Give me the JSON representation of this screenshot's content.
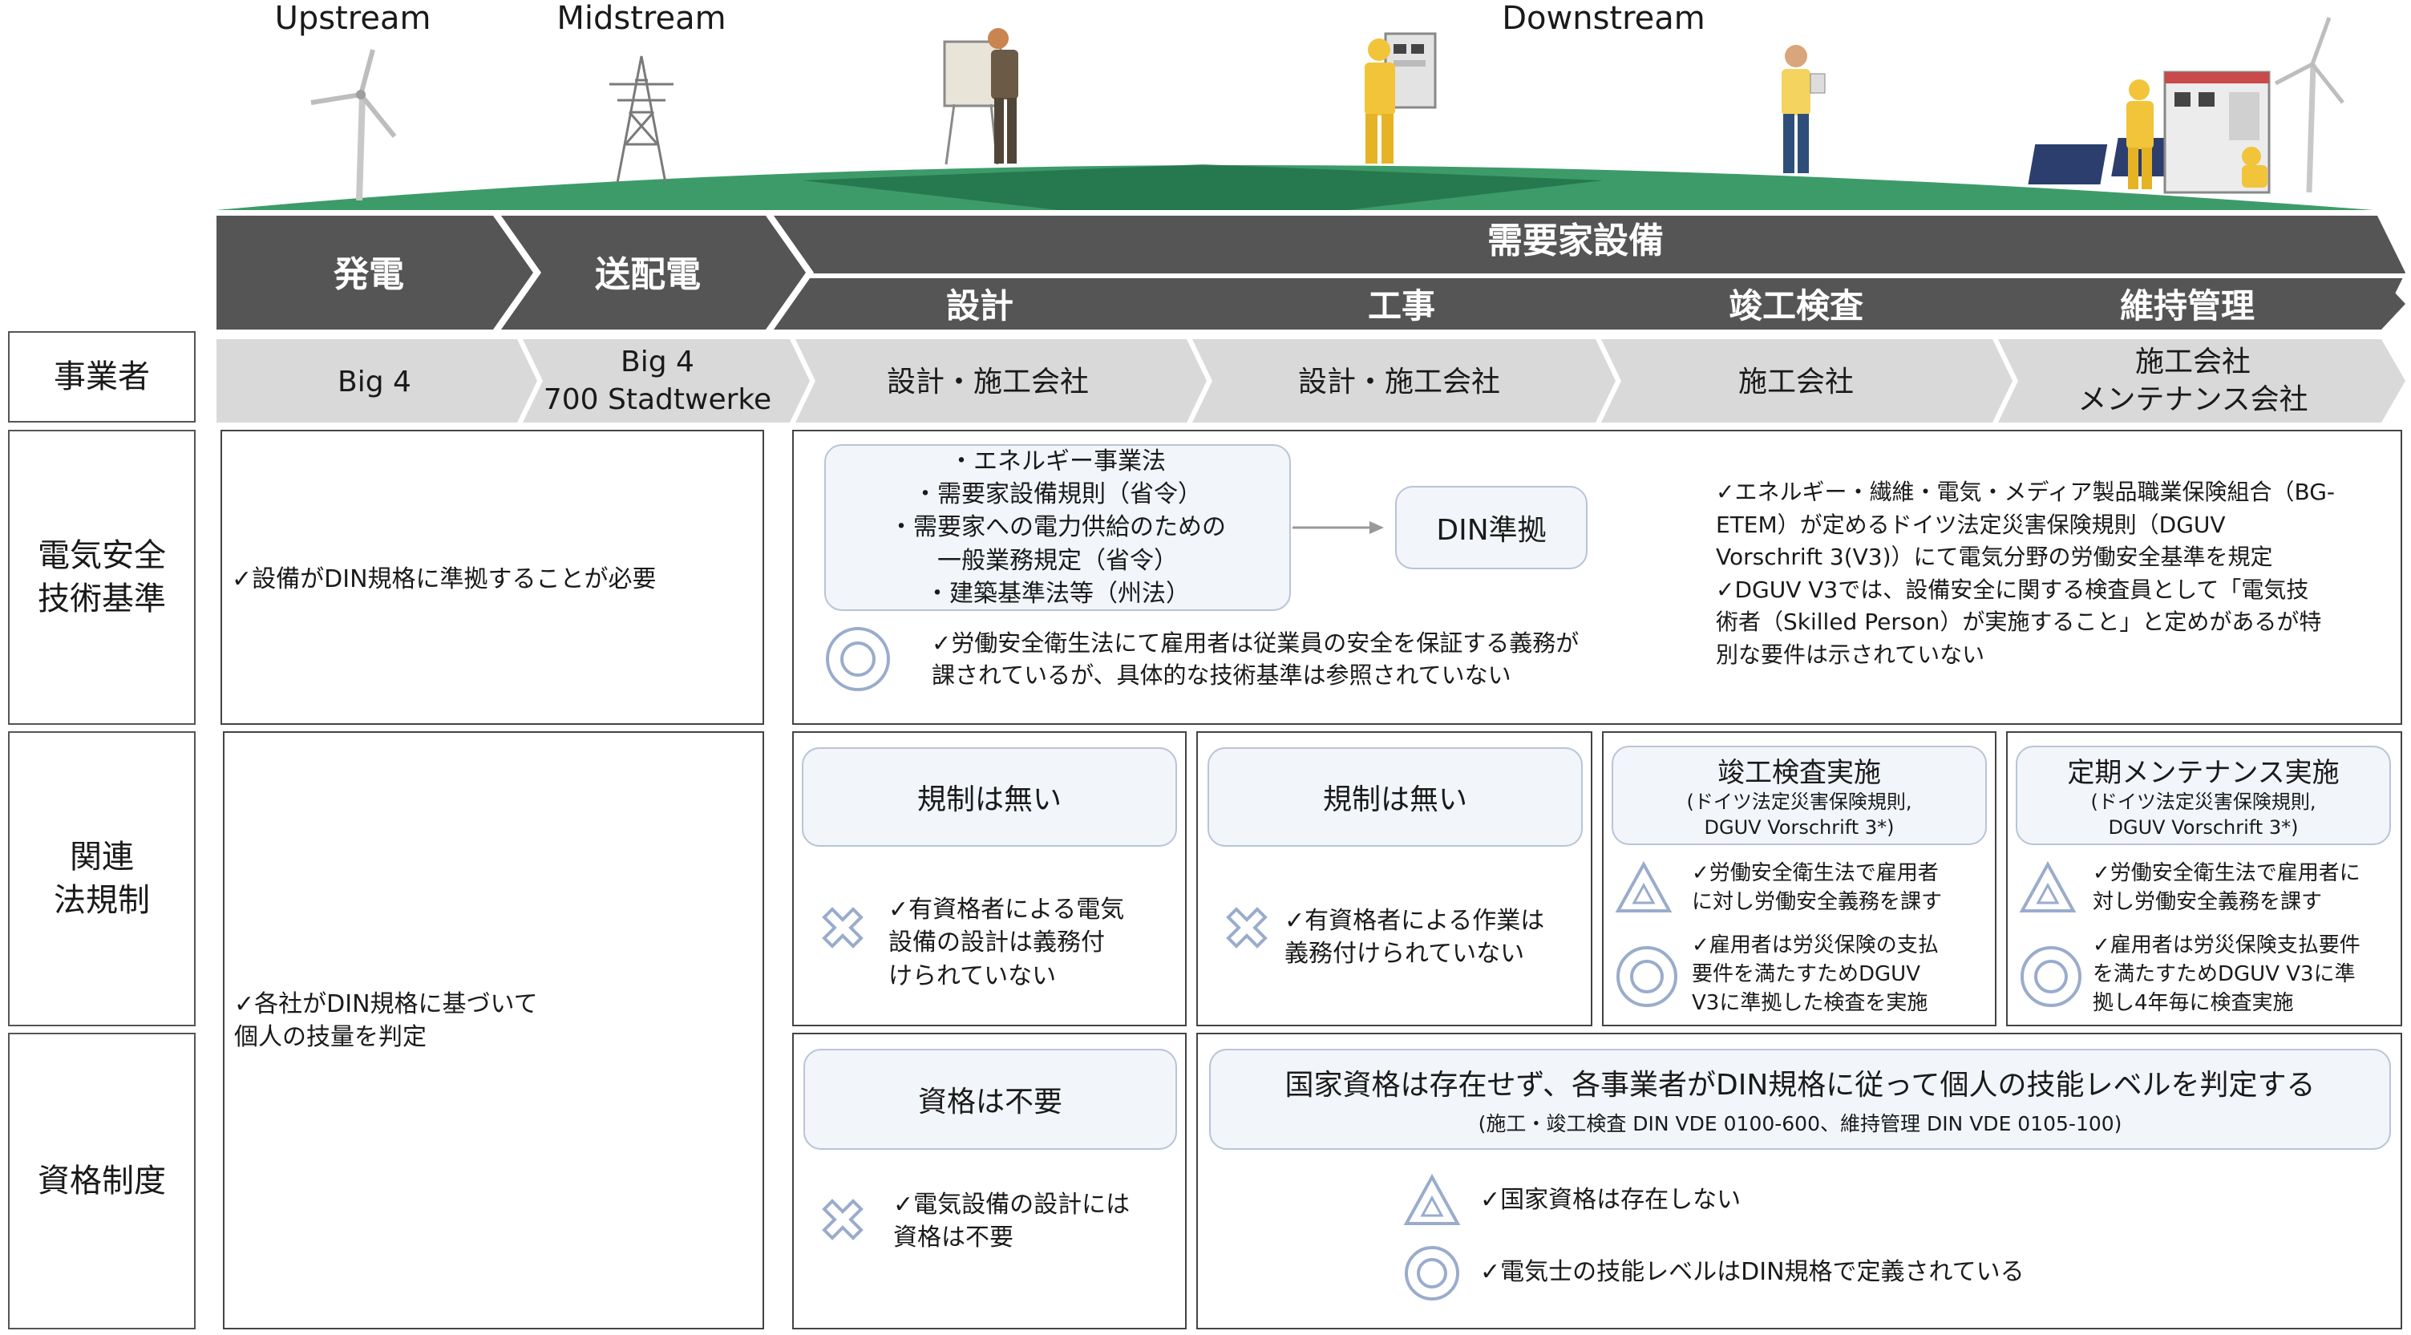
{
  "streams": {
    "upstream": "Upstream",
    "midstream": "Midstream",
    "downstream": "Downstream"
  },
  "stages": {
    "generation": "発電",
    "transmission": "送配電",
    "consumer": "需要家設備",
    "design": "設計",
    "construction": "工事",
    "inspection": "竣工検査",
    "maintenance": "維持管理"
  },
  "row_labels": {
    "operator": "事業者",
    "safety_standard": [
      "電気安全",
      "技術基準"
    ],
    "regulation": [
      "関連",
      "法規制"
    ],
    "qualification": "資格制度"
  },
  "operators": {
    "generation": "Big 4",
    "transmission": [
      "Big 4",
      "700 Stadtwerke"
    ],
    "design": "設計・施工会社",
    "construction": "設計・施工会社",
    "inspection": "施工会社",
    "maintenance": [
      "施工会社",
      "メンテナンス会社"
    ]
  },
  "safety": {
    "left_note": "✓設備がDIN規格に準拠することが必要",
    "laws": [
      "・エネルギー事業法",
      "・需要家設備規則（省令）",
      "・需要家への電力供給のための",
      "一般業務規定（省令）",
      "・建築基準法等（州法）"
    ],
    "din_box": "DIN準拠",
    "labor_note": [
      "✓労働安全衛生法にて雇用者は従業員の安全を保証する義務が",
      "課されているが、具体的な技術基準は参照されていない"
    ],
    "right_note": [
      "✓エネルギー・繊維・電気・メディア製品職業保険組合（BG-",
      "ETEM）が定めるドイツ法定災害保険規則（DGUV",
      "Vorschrift 3(V3)）にて電気分野の労働安全基準を規定",
      "✓DGUV V3では、設備安全に関する検査員として「電気技",
      "術者（Skilled Person）が実施すること」と定めがあるが特",
      "別な要件は示されていない"
    ]
  },
  "regulation": {
    "left_note": [
      "✓各社がDIN規格に基づいて",
      "個人の技量を判定"
    ],
    "design": {
      "box": "規制は無い",
      "note": [
        "✓有資格者による電気",
        "設備の設計は義務付",
        "けられていない"
      ]
    },
    "construction": {
      "box": "規制は無い",
      "note": [
        "✓有資格者による作業は",
        "義務付けられていない"
      ]
    },
    "inspection": {
      "box": "竣工検査実施",
      "sub": [
        "(ドイツ法定災害保険規則,",
        "DGUV Vorschrift 3*)"
      ],
      "note1": [
        "✓労働安全衛生法で雇用者",
        "に対し労働安全義務を課す"
      ],
      "note2": [
        "✓雇用者は労災保険の支払",
        "要件を満たすためDGUV",
        "V3に準拠した検査を実施"
      ]
    },
    "maintenance": {
      "box": "定期メンテナンス実施",
      "sub": [
        "(ドイツ法定災害保険規則,",
        "DGUV Vorschrift 3*)"
      ],
      "note1": [
        "✓労働安全衛生法で雇用者に",
        "対し労働安全義務を課す"
      ],
      "note2": [
        "✓雇用者は労災保険支払要件",
        "を満たすためDGUV V3に準",
        "拠し4年毎に検査実施"
      ]
    }
  },
  "qualification": {
    "design": {
      "box": "資格は不要",
      "note": [
        "✓電気設備の設計には",
        "資格は不要"
      ]
    },
    "others": {
      "box": "国家資格は存在せず、各事業者がDIN規格に従って個人の技能レベルを判定する",
      "sub": "(施工・竣工検査 DIN VDE 0100-600、維持管理 DIN VDE 0105-100)",
      "note1": "✓国家資格は存在しない",
      "note2": "✓電気士の技能レベルはDIN規格で定義されている"
    }
  },
  "colors": {
    "dark": "#555555",
    "light": "#d9d9d9",
    "green": "#3d9b6a",
    "green_dark": "#1f6e45",
    "box_fill": "#f2f5fa",
    "box_border": "#b8c4d8",
    "symbol": "#9aaccc"
  }
}
